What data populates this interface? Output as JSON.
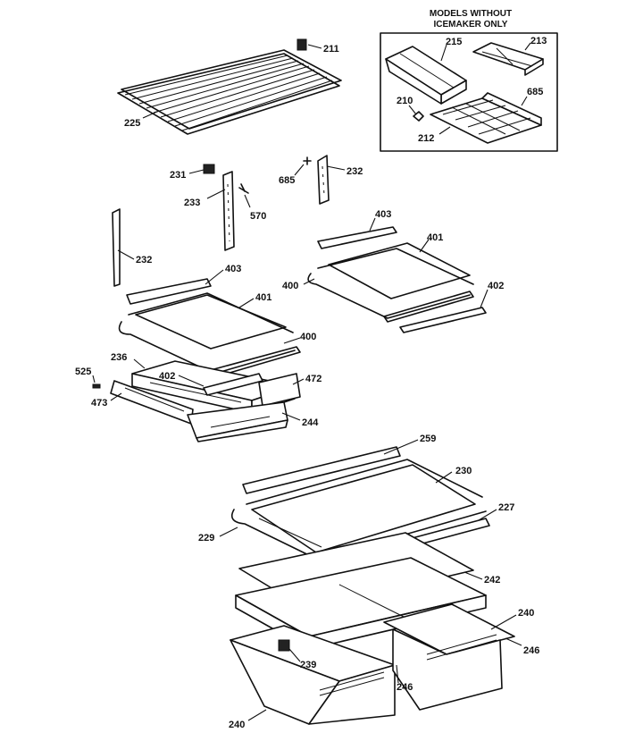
{
  "inset": {
    "title_line1": "MODELS WITHOUT",
    "title_line2": "ICEMAKER ONLY"
  },
  "callouts": {
    "c211": "211",
    "c215": "215",
    "c213": "213",
    "c210": "210",
    "c685a": "685",
    "c212": "212",
    "c225": "225",
    "c231": "231",
    "c233": "233",
    "c685b": "685",
    "c232a": "232",
    "c570": "570",
    "c403a": "403",
    "c401a": "401",
    "c400a": "400",
    "c402a": "402",
    "c232b": "232",
    "c403b": "403",
    "c401b": "401",
    "c400b": "400",
    "c236": "236",
    "c402b": "402",
    "c472": "472",
    "c525": "525",
    "c473": "473",
    "c244": "244",
    "c259": "259",
    "c230": "230",
    "c227": "227",
    "c229": "229",
    "c242": "242",
    "c240a": "240",
    "c246a": "246",
    "c239": "239",
    "c246b": "246",
    "c240b": "240"
  }
}
